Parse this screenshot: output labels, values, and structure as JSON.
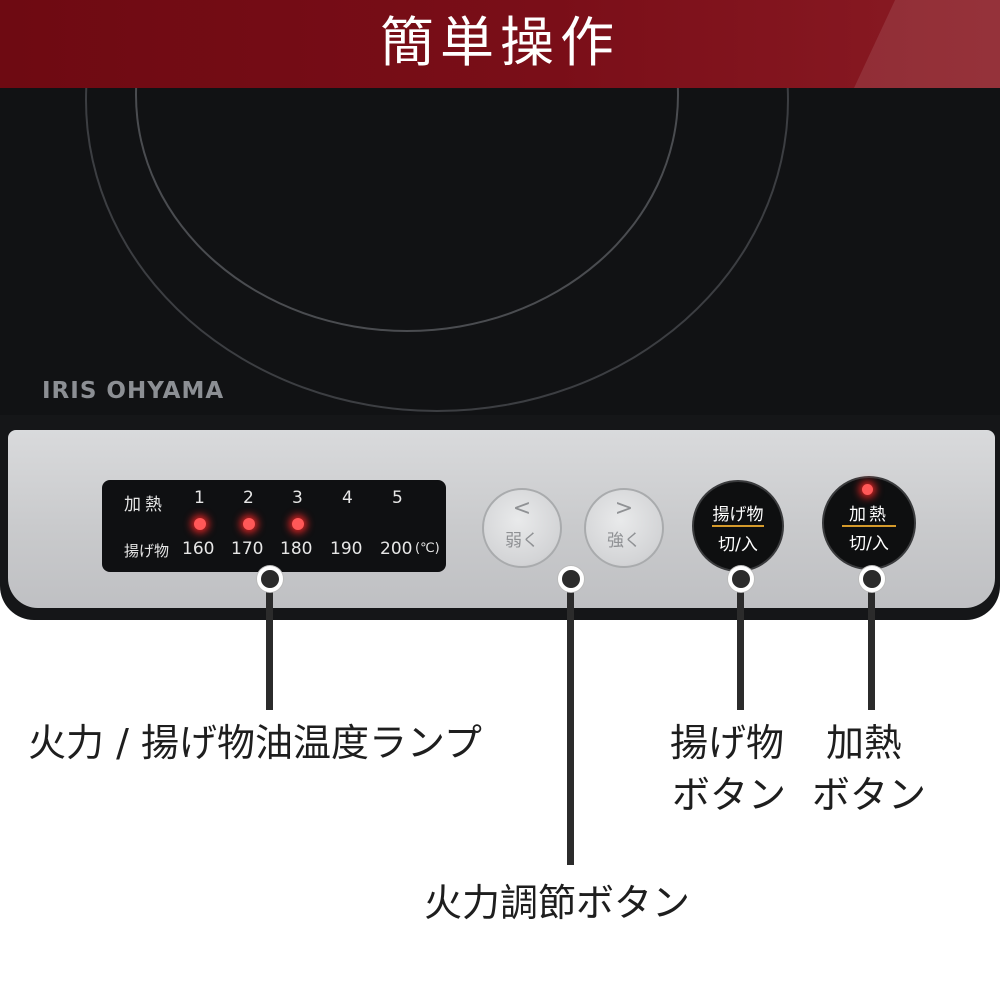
{
  "banner": {
    "title": "簡単操作"
  },
  "brand": {
    "name": "IRIS OHYAMA"
  },
  "indicator": {
    "heat_label": "加熱",
    "heat_levels": [
      "1",
      "2",
      "3",
      "4",
      "5"
    ],
    "fry_label": "揚げ物",
    "fry_temps": [
      "160",
      "170",
      "180",
      "190",
      "200"
    ],
    "unit": "(℃)",
    "lit_levels": [
      "1",
      "2",
      "3"
    ]
  },
  "buttons": {
    "weaker": {
      "arrow": "<",
      "label": "弱く"
    },
    "stronger": {
      "arrow": ">",
      "label": "強く"
    },
    "fry": {
      "top": "揚げ物",
      "bottom": "切/入"
    },
    "heat": {
      "top": "加熱",
      "bottom": "切/入"
    }
  },
  "callouts": {
    "lamp": "火力 / 揚げ物油温度ランプ",
    "power": "火力調節ボタン",
    "fry_line1": "揚げ物",
    "fry_line2": "ボタン",
    "heat_line1": "加熱",
    "heat_line2": "ボタン"
  },
  "colors": {
    "banner": "#7a0e18",
    "led": "#ff4040",
    "underline": "#d59a2b"
  }
}
